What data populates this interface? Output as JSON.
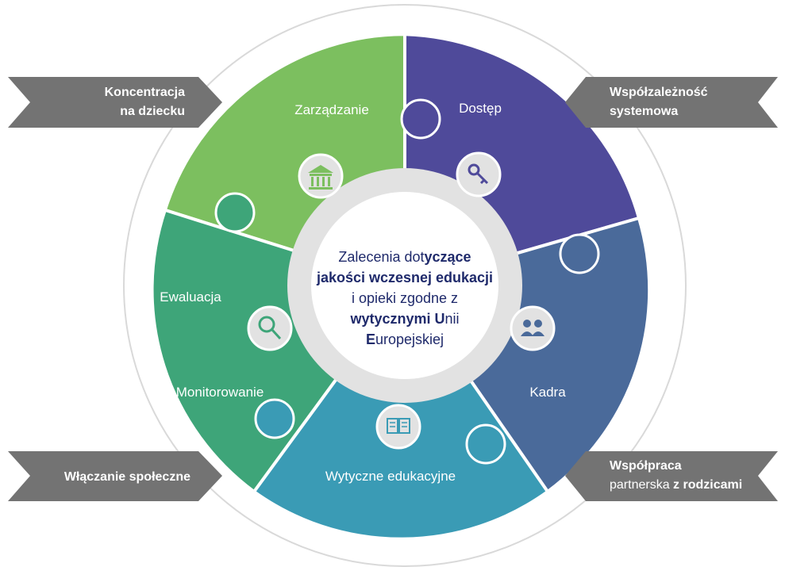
{
  "colors": {
    "governance": "#7cbf5f",
    "access": "#4f4a9a",
    "staff": "#4a6a9a",
    "curriculum": "#3a9bb5",
    "evaluation": "#3ea579",
    "ring": "#e2e2e2",
    "arrow": "#737373",
    "center_text": "#1f2a6b"
  },
  "center": {
    "line1_a": "Zalecenia dot",
    "line1_b": "yczące",
    "line2": "jakości wczesnej edukacji",
    "line3": "i opieki zgodne z",
    "line4_a": "wytycznymi U",
    "line4_b": "nii",
    "line5_a": "E",
    "line5_b": "uropejskiej"
  },
  "segments": {
    "governance": "Zarządzanie",
    "access": "Dostęp",
    "staff": "Kadra",
    "curriculum": "Wytyczne edukacyjne",
    "evaluation": "Ewaluacja",
    "monitoring": "Monitorowanie"
  },
  "icons": {
    "governance": "institution-icon",
    "access": "key-icon",
    "staff": "people-icon",
    "curriculum": "book-icon",
    "evaluation": "magnifier-icon"
  },
  "principles": {
    "top_left_line1": "Koncentracja",
    "top_left_line2": "na dziecku",
    "top_right_line1": "Współzależność",
    "top_right_line2": "systemowa",
    "bottom_left": "Włączanie społeczne",
    "bottom_right_line1": "Współpraca",
    "bottom_right_line2_a": "partnerska ",
    "bottom_right_line2_b": "z rodzicami"
  }
}
